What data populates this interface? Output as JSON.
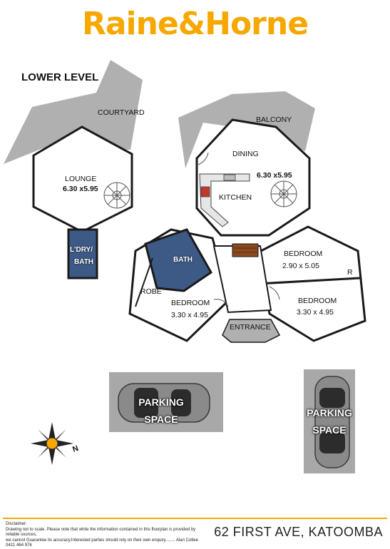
{
  "header": {
    "brand": "Raine&Horne"
  },
  "plan": {
    "level_title": "LOWER LEVEL",
    "areas": {
      "courtyard": "COURTYARD",
      "balcony": "BALCONY",
      "lounge": "LOUNGE",
      "lounge_size": "6.30 x5.95",
      "dining": "DINING",
      "dining_size": "6.30 x5.95",
      "kitchen": "KITCHEN",
      "laundry_1": "L'DRY/",
      "laundry_2": "BATH",
      "bath": "BATH",
      "robe": "ROBE",
      "bedroom_left": "BEDROOM",
      "bedroom_left_size": "3.30 x 4.95",
      "bedroom_top_right": "BEDROOM",
      "bedroom_top_right_size": "2.90 x 5.05",
      "bedroom_right": "BEDROOM",
      "bedroom_right_size": "3.30 x 4.95",
      "robe_marker": "R",
      "entrance": "ENTRANCE"
    },
    "parking_left": "PARKING SPACE",
    "parking_right_1": "PARKING",
    "parking_right_2": "SPACE",
    "compass_letter": "N"
  },
  "colors": {
    "brand": "#f6a800",
    "outdoor": "#b0b0b0",
    "wall": "#1a1a1a",
    "wet_area": "#3d5a86",
    "compass": "#f6a800"
  },
  "footer": {
    "disclaimer_title": "Disclaimer:",
    "disclaimer_line1": "Drawing not to scale. Please note that while the information contained in this floorplan is provided by reliable sources,",
    "disclaimer_line2": "we cannot Guarantee its accuracy.Interested parties should rely on their own enquiry........ Alan Cotlee 0421 464 976",
    "address": "62 FIRST AVE, KATOOMBA"
  }
}
